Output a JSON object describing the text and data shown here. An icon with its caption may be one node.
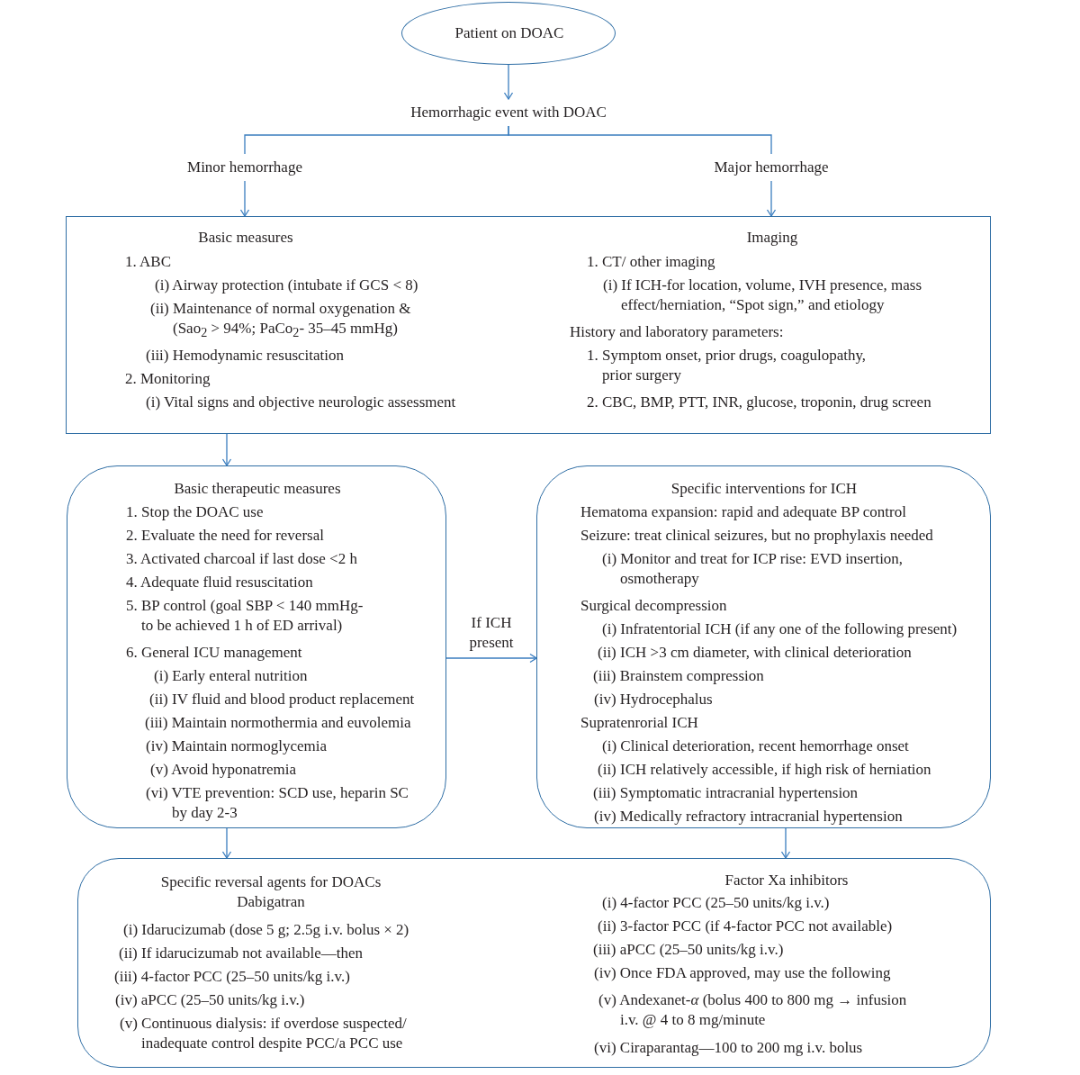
{
  "diagram": {
    "nodes": [
      {
        "text": [
          "Patient on DOAC"
        ]
      },
      {
        "text": [
          "Hemorrhagic event with DOAC"
        ]
      },
      {
        "text": [
          "Minor hemorrhage"
        ]
      },
      {
        "text": [
          "Major hemorrhage"
        ]
      },
      {
        "text": [
          "Basic measures",
          "1. ABC",
          "(i) Airway protection (intubate if GCS < 8)",
          "(ii) Maintenance of normal oxygenation & (Sao$_{2}$ > 94%; PaCo$_{2}$- 35–45 mmHg)",
          "(iii) Hemodynamic resuscitation",
          "2. Monitoring",
          "(i) Vital signs and objective neurologic assessment",
          "Imaging",
          "1. CT/ other imaging",
          "(i) If ICH-for location, volume, IVH presence, mass effect/herniation, “Spot sign,” and etiology",
          "History and laboratory parameters:",
          "1. Symptom onset, prior drugs, coagulopathy, prior surgery",
          "2. CBC, BMP, PTT, INR, glucose, troponin, drug screen"
        ]
      },
      {
        "text": [
          "Basic therapeutic measures",
          "1. Stop the DOAC use",
          "2. Evaluate the need for reversal",
          "3. Activated charcoal if last dose <2 h",
          "4. Adequate fluid resuscitation",
          "5. BP control (goal SBP < 140 mmHg- to be achieved 1 h of ED arrival)",
          "6. General ICU management",
          "(i) Early enteral nutrition",
          "(ii) IV fluid and blood product replacement",
          "(iii) Maintain normothermia and euvolemia",
          "(iv) Maintain normoglycemia",
          "(v) Avoid hyponatremia",
          "(vi) VTE prevention: SCD use, heparin SC by day 2-3"
        ]
      },
      {
        "text": [
          "Specific interventions for ICH",
          "Hematoma expansion: rapid and adequate BP control",
          "Seizure: treat clinical seizures, but no prophylaxis needed",
          "(i) Monitor and treat for ICP rise: EVD insertion, osmotherapy",
          "Surgical decompression",
          "(i) Infratentorial ICH (if any one of the following present)",
          "(ii) ICH >3 cm diameter, with clinical deterioration",
          "(iii) Brainstem compression",
          "(iv) Hydrocephalus",
          "Supratenrorial ICH",
          "(i) Clinical deterioration, recent hemorrhage onset",
          "(ii) ICH relatively accessible, if high risk of herniation",
          "(iii) Symptomatic intracranial hypertension",
          "(iv) Medically refractory intracranial hypertension"
        ]
      },
      {
        "text": [
          "Specific reversal agents for DOACs",
          "Dabigatran",
          "(i) Idarucizumab (dose 5 g; 2.5g i.v. bolus × 2)",
          "(ii) If idarucizumab not available—then",
          "(iii) 4-factor PCC (25–50 units/kg i.v.)",
          "(iv) aPCC (25–50 units/kg i.v.)",
          "(v) Continuous dialysis: if overdose suspected/ inadequate control despite PCC/a PCC use",
          "Factor Xa inhibitors",
          "(i) 4-factor PCC (25–50 units/kg i.v.)",
          "(ii) 3-factor PCC (if 4-factor PCC not available)",
          "(iii) aPCC (25–50 units/kg i.v.)",
          "(iv) Once FDA approved, may use the following",
          "(v) Andexanet-*α* (bolus 400 to 800 mg → infusion i.v. @ 4 to 8 mg/minute",
          "(vi) Ciraparantag—100 to 200 mg i.v. bolus"
        ]
      }
    ],
    "edges": [
      {
        "from": 0,
        "to": 1,
        "arrow": "to"
      },
      {
        "from": 1,
        "to": 2,
        "arrow": "none"
      },
      {
        "from": 1,
        "to": 3,
        "arrow": "none"
      },
      {
        "from": 2,
        "to": 4,
        "arrow": "to"
      },
      {
        "from": 3,
        "to": 4,
        "arrow": "to"
      },
      {
        "from": 4,
        "to": 5,
        "arrow": "to"
      },
      {
        "from": 5,
        "to": 6,
        "arrow": "to",
        "label": "If ICH present"
      },
      {
        "from": 5,
        "to": 7,
        "arrow": "to"
      },
      {
        "from": 6,
        "to": 7,
        "arrow": "to"
      }
    ]
  }
}
